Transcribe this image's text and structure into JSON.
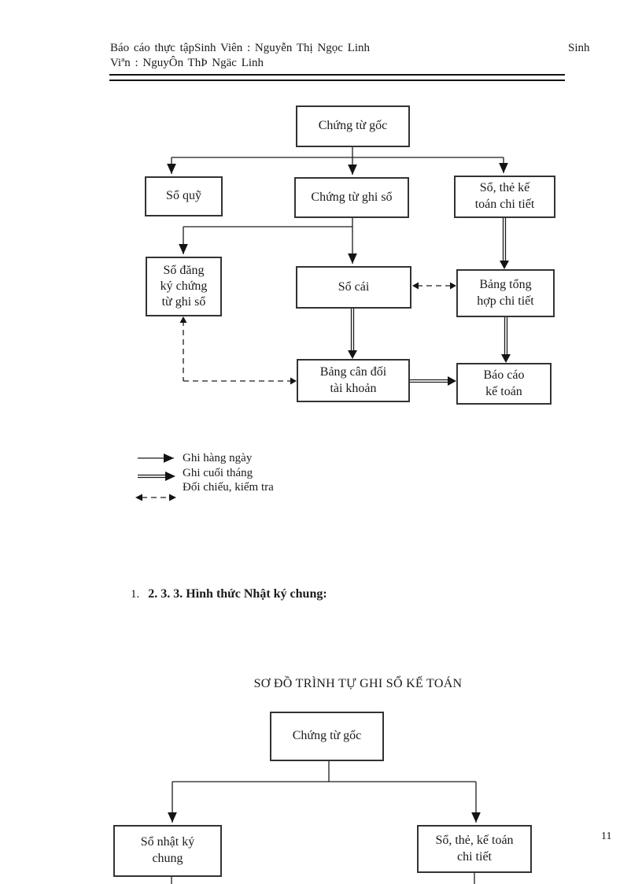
{
  "header": {
    "line1_left": "Báo cáo thực tậpSinh Viên : Nguyễn Thị Ngọc Linh",
    "line1_right": "Sinh",
    "line2": "Viªn : NguyÔn ThÞ Ngäc Linh"
  },
  "chart1": {
    "boxes": {
      "chung_tu_goc": "Chứng từ gốc",
      "so_quy": "Sổ quỹ",
      "chung_tu_ghi_so": "Chứng từ ghi sổ",
      "so_the_ke_toan": "Sổ, thẻ kế\ntoán chi tiết",
      "so_dang_ky": "Sổ đăng\nký chứng\ntừ ghi sổ",
      "so_cai": "Sổ cái",
      "bang_tong_hop": "Bảng tổng\nhợp chi tiết",
      "bang_can_doi": "Bảng cân đối\ntài khoản",
      "bao_cao": "Báo cáo\nkế toán"
    },
    "legend": [
      {
        "style": "solid-arrow",
        "label": "Ghi hàng ngày"
      },
      {
        "style": "double-arrow",
        "label": "Ghi cuối tháng"
      },
      {
        "style": "dashed-arrow",
        "label": "Đối chiếu, kiểm tra"
      }
    ]
  },
  "section_heading": {
    "number": "1.",
    "text": "2. 3. 3. Hình thức Nhật ký chung:"
  },
  "chart2": {
    "title": "SƠ ĐỒ TRÌNH TỰ GHI SỔ KẾ TOÁN",
    "boxes": {
      "chung_tu_goc": "Chứng từ gốc",
      "so_nhat_ky_chung": "Sổ nhật ký\nchung",
      "so_the_ke_toan": "Sổ, thẻ, kế toán\nchi tiết"
    }
  },
  "page_number": "11"
}
